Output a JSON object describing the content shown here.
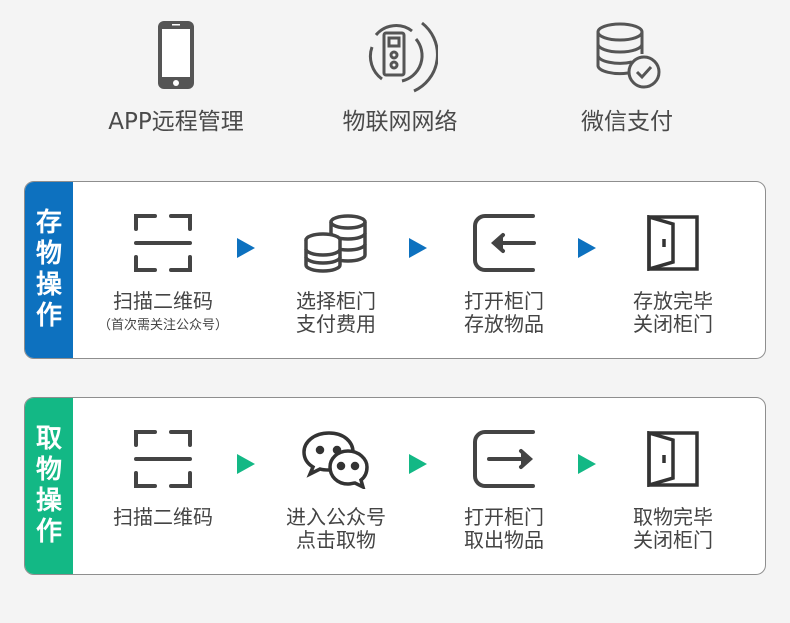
{
  "features": [
    {
      "icon": "smartphone-icon",
      "label": "APP远程管理"
    },
    {
      "icon": "iot-device-icon",
      "label": "物联网网络"
    },
    {
      "icon": "database-check-icon",
      "label": "微信支付"
    }
  ],
  "store": {
    "title_chars": [
      "存",
      "物",
      "操",
      "作"
    ],
    "title": "存物操作",
    "color": "#0d71bf",
    "steps": [
      {
        "icon": "scan-qr-icon",
        "line1": "扫描二维码",
        "line2": "",
        "note": "（首次需关注公众号）"
      },
      {
        "icon": "coins-icon",
        "line1": "选择柜门",
        "line2": "支付费用"
      },
      {
        "icon": "enter-arrow-icon",
        "line1": "打开柜门",
        "line2": "存放物品"
      },
      {
        "icon": "door-icon",
        "line1": "存放完毕",
        "line2": "关闭柜门"
      }
    ]
  },
  "take": {
    "title_chars": [
      "取",
      "物",
      "操",
      "作"
    ],
    "title": "取物操作",
    "color": "#13b885",
    "steps": [
      {
        "icon": "scan-qr-icon",
        "line1": "扫描二维码",
        "line2": ""
      },
      {
        "icon": "wechat-icon",
        "line1": "进入公众号",
        "line2": "点击取物"
      },
      {
        "icon": "exit-arrow-icon",
        "line1": "打开柜门",
        "line2": "取出物品"
      },
      {
        "icon": "door-icon",
        "line1": "取物完毕",
        "line2": "关闭柜门"
      }
    ]
  }
}
